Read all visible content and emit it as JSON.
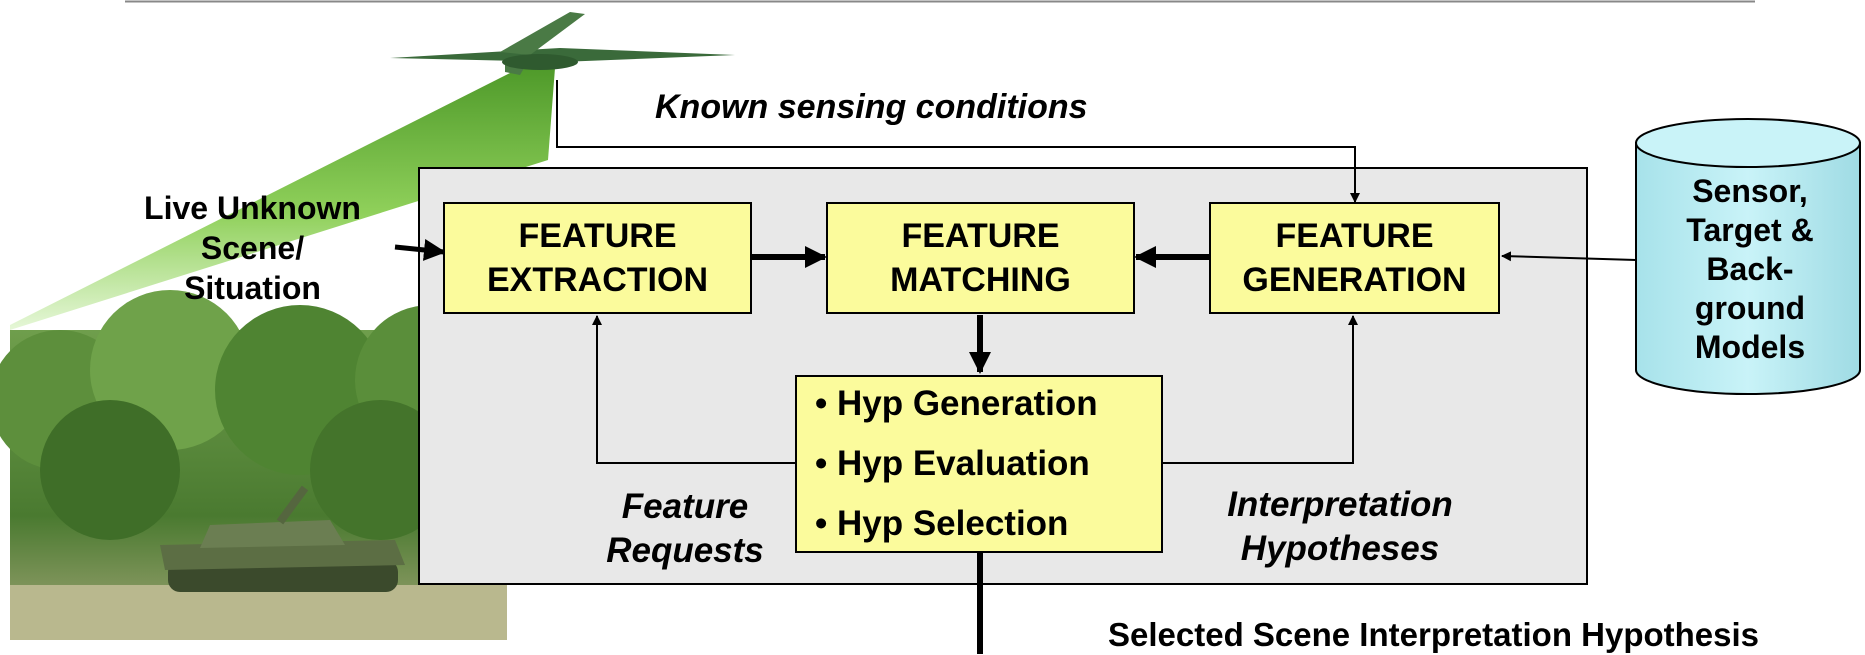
{
  "labels": {
    "live_scene": [
      "Live Unknown",
      "Scene/",
      "Situation"
    ],
    "known_sensing": "Known sensing conditions",
    "feature_requests": [
      "Feature",
      "Requests"
    ],
    "interpretation_hypotheses": [
      "Interpretation",
      "Hypotheses"
    ],
    "selected_hypothesis": "Selected Scene Interpretation Hypothesis"
  },
  "boxes": {
    "extraction": [
      "FEATURE",
      "EXTRACTION"
    ],
    "matching": [
      "FEATURE",
      "MATCHING"
    ],
    "generation": [
      "FEATURE",
      "GENERATION"
    ],
    "hypothesis": [
      "• Hyp Generation",
      "• Hyp Evaluation",
      "• Hyp Selection"
    ]
  },
  "models": [
    "Sensor,",
    "Target &",
    "Back-",
    "ground",
    "Models"
  ],
  "colors": {
    "box_fill": "#fbfb9c",
    "panel_fill": "#e8e8e8",
    "cylinder_fill": "#b6ecf2",
    "sensor_cone": "#7cc44a"
  }
}
